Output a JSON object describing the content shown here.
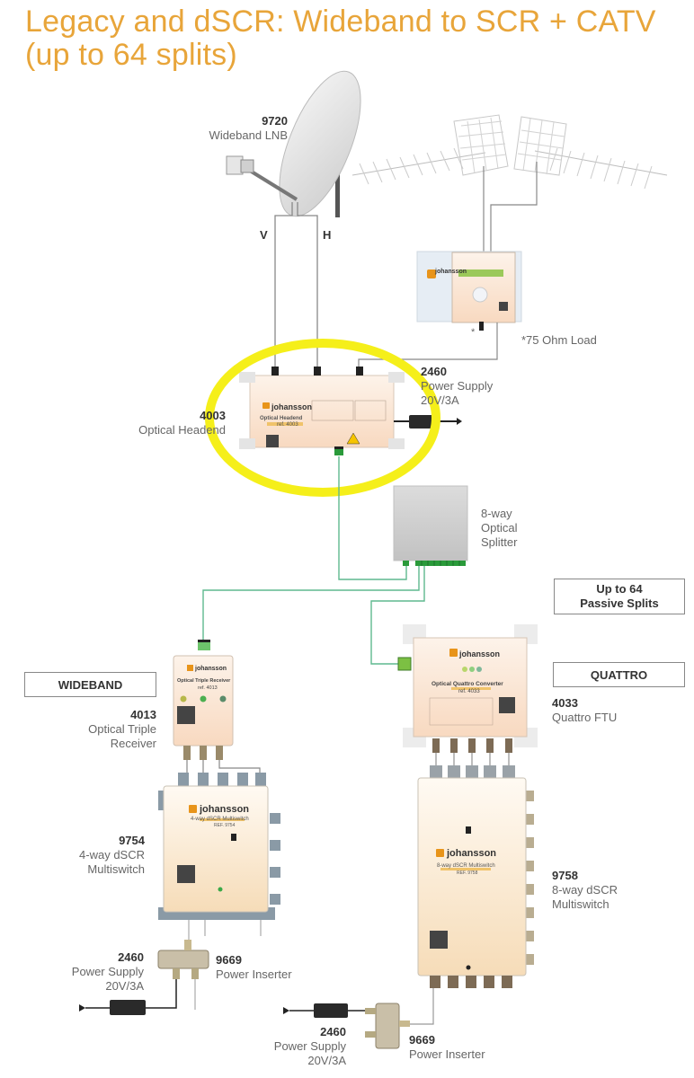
{
  "title": {
    "line1": "Legacy and dSCR: Wideband to SCR + CATV",
    "line2": "(up to 64 splits)"
  },
  "colors": {
    "title": "#e8a53a",
    "fiber": "#5fb98f",
    "coax": "#888888",
    "highlight": "#f5ef1a",
    "brand": "#e8941a"
  },
  "components": {
    "lnb": {
      "code": "9720",
      "name": "Wideband LNB"
    },
    "polarity_v": "V",
    "polarity_h": "H",
    "catv_amp": {
      "brand": "johansson",
      "load_note": "*75 Ohm Load",
      "asterisk": "*"
    },
    "psu_top": {
      "code": "2460",
      "name": "Power Supply",
      "spec": "20V/3A"
    },
    "headend": {
      "code": "4003",
      "name": "Optical Headend",
      "brand": "johansson",
      "product": "Optical Headend",
      "ref": "ref. 4003"
    },
    "splitter": {
      "line1": "8-way",
      "line2": "Optical",
      "line3": "Splitter"
    },
    "passive_splits": {
      "line1": "Up to 64",
      "line2": "Passive Splits"
    },
    "wideband_box": "WIDEBAND",
    "quattro_box": "QUATTRO",
    "triple_receiver": {
      "code": "4013",
      "name_line1": "Optical Triple",
      "name_line2": "Receiver",
      "brand": "johansson",
      "product": "Optical Triple Receiver",
      "ref": "ref. 4013"
    },
    "quattro_ftu": {
      "code": "4033",
      "name": "Quattro FTU",
      "brand": "johansson",
      "product": "Optical Quattro Converter",
      "ref": "ref. 4033"
    },
    "ms4": {
      "code": "9754",
      "name_line1": "4-way dSCR",
      "name_line2": "Multiswitch",
      "brand": "johansson",
      "product": "4-way dSCR Multiswitch",
      "ref": "REF. 9754"
    },
    "ms8": {
      "code": "9758",
      "name_line1": "8-way dSCR",
      "name_line2": "Multiswitch",
      "brand": "johansson",
      "product": "8-way dSCR Multiswitch",
      "ref": "REF. 9758"
    },
    "psu_left": {
      "code": "2460",
      "name": "Power Supply",
      "spec": "20V/3A"
    },
    "inserter_left": {
      "code": "9669",
      "name": "Power Inserter"
    },
    "psu_bottom": {
      "code": "2460",
      "name": "Power Supply",
      "spec": "20V/3A"
    },
    "inserter_bottom": {
      "code": "9669",
      "name": "Power Inserter"
    }
  }
}
